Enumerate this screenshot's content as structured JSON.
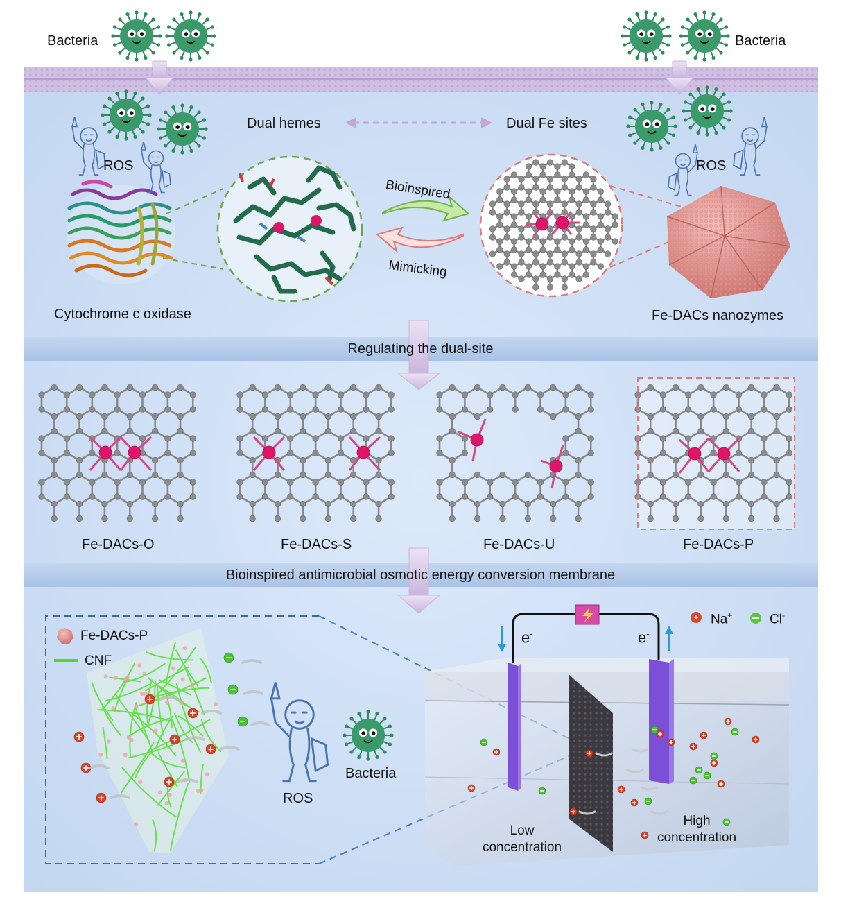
{
  "top": {
    "bacteria_left": "Bacteria",
    "bacteria_right": "Bacteria",
    "ros_left": "ROS",
    "ros_right": "ROS",
    "dual_hemes": "Dual hemes",
    "dual_fe_sites": "Dual Fe sites",
    "bioinspired": "Bioinspired",
    "mimicking": "Mimicking",
    "cytochrome": "Cytochrome c oxidase",
    "nanozymes": "Fe-DACs nanozymes"
  },
  "bands": {
    "band1": "Regulating the dual-site",
    "band2": "Bioinspired antimicrobial osmotic energy conversion membrane"
  },
  "structures": [
    {
      "label": "Fe-DACs-O"
    },
    {
      "label": "Fe-DACs-S"
    },
    {
      "label": "Fe-DACs-U"
    },
    {
      "label": "Fe-DACs-P"
    }
  ],
  "bottom": {
    "legend_fe": "Fe-DACs-P",
    "legend_cnf": "CNF",
    "ros": "ROS",
    "bacteria": "Bacteria",
    "na_label": "Na",
    "na_sup": "+",
    "cl_label": "Cl",
    "cl_sup": "-",
    "e_left": "e",
    "e_right": "e",
    "e_sup": "-",
    "low_line1": "Low",
    "low_line2": "concentration",
    "high_line1": "High",
    "high_line2": "concentration"
  },
  "colors": {
    "membrane_pink": "#d9c6e6",
    "fe_atom": "#e0156a",
    "n_atom": "#8a86d6",
    "c_atom": "#8c8c8c",
    "bacteria": "#3a9a6a",
    "cnf_green": "#55e23a",
    "band_blue": "#b4cbe9",
    "nanozyme_pink": "#e6918c"
  }
}
